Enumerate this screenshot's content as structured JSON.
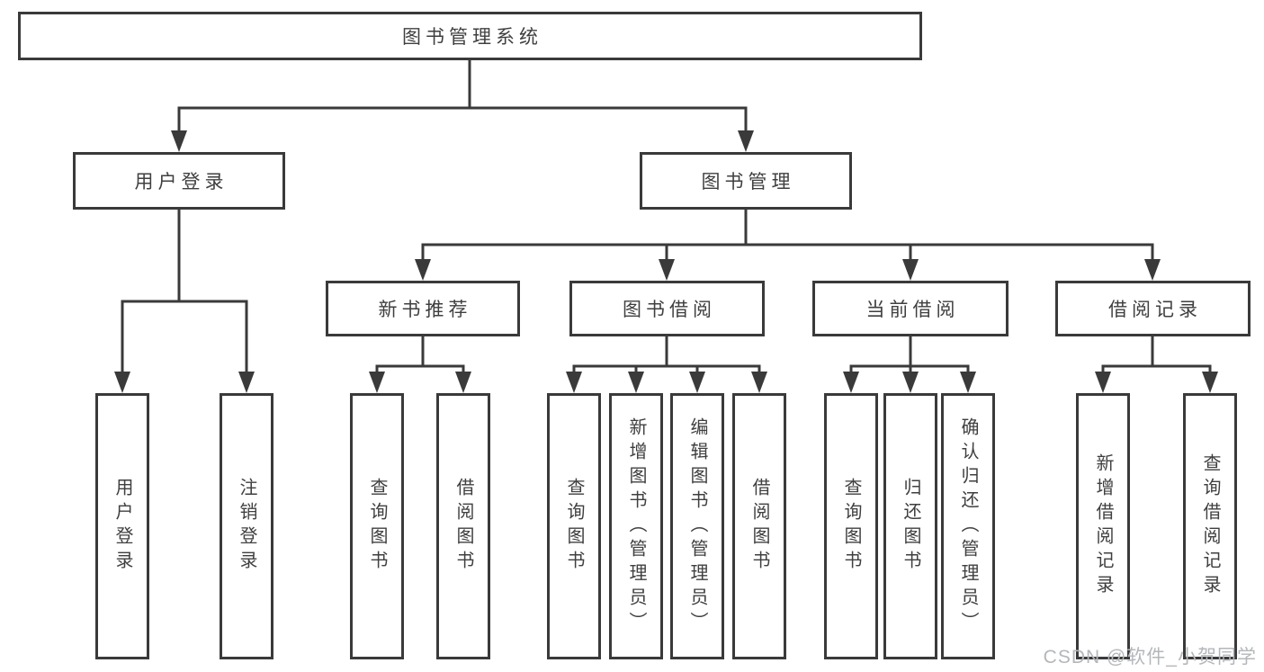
{
  "tree": {
    "root": {
      "label": "图书管理系统"
    },
    "children": [
      {
        "label": "用户登录",
        "children": [
          {
            "label": "用户登录"
          },
          {
            "label": "注销登录"
          }
        ]
      },
      {
        "label": "图书管理",
        "children": [
          {
            "label": "新书推荐",
            "children": [
              {
                "label": "查询图书"
              },
              {
                "label": "借阅图书"
              }
            ]
          },
          {
            "label": "图书借阅",
            "children": [
              {
                "label": "查询图书"
              },
              {
                "label": "新增图书（管理员）"
              },
              {
                "label": "编辑图书（管理员）"
              },
              {
                "label": "借阅图书"
              }
            ]
          },
          {
            "label": "当前借阅",
            "children": [
              {
                "label": "查询图书"
              },
              {
                "label": "归还图书"
              },
              {
                "label": "确认归还（管理员）"
              }
            ]
          },
          {
            "label": "借阅记录",
            "children": [
              {
                "label": "新增借阅记录"
              },
              {
                "label": "查询借阅记录"
              }
            ]
          }
        ]
      }
    ]
  },
  "watermark": {
    "text": "CSDN @软件_小贺同学"
  },
  "colors": {
    "line": "#3a3a3a",
    "box_border": "#3a3a3a",
    "text": "#3f3f3f",
    "watermark": "#b4b7ba",
    "background": "#ffffff"
  }
}
